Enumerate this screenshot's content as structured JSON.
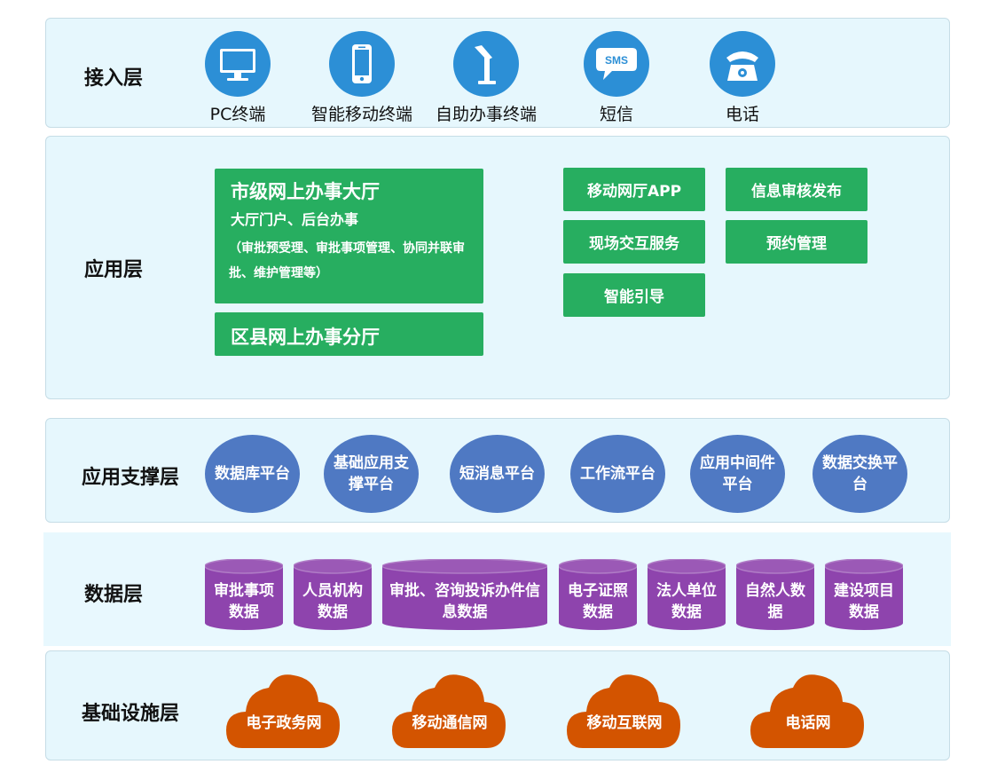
{
  "layers": {
    "access": {
      "title": "接入层",
      "items": [
        {
          "label": "PC终端",
          "icon": "monitor-icon"
        },
        {
          "label": "智能移动终端",
          "icon": "smartphone-icon"
        },
        {
          "label": "自助办事终端",
          "icon": "kiosk-icon"
        },
        {
          "label": "短信",
          "icon": "sms-bubble-icon",
          "icon_text": "SMS"
        },
        {
          "label": "电话",
          "icon": "telephone-icon"
        }
      ]
    },
    "application": {
      "title": "应用层",
      "city_hall": {
        "title": "市级网上办事大厅",
        "subtitle": "大厅门户、后台办事",
        "note": "（审批预受理、审批事项管理、协同并联审批、维护管理等）"
      },
      "district_hall": "区县网上办事分厅",
      "buttons": [
        "移动网厅APP",
        "信息审核发布",
        "现场交互服务",
        "预约管理",
        "智能引导"
      ]
    },
    "support": {
      "title": "应用支撑层",
      "items": [
        "数据库平台",
        "基础应用支撑平台",
        "短消息平台",
        "工作流平台",
        "应用中间件平台",
        "数据交换平台"
      ]
    },
    "data": {
      "title": "数据层",
      "items": [
        "审批事项数据",
        "人员机构数据",
        "审批、咨询投诉办件信息数据",
        "电子证照数据",
        "法人单位数据",
        "自然人数据",
        "建设项目数据"
      ]
    },
    "infrastructure": {
      "title": "基础设施层",
      "items": [
        "电子政务网",
        "移动通信网",
        "移动互联网",
        "电话网"
      ]
    }
  },
  "colors": {
    "access_icon": "#2c8fd6",
    "application_green": "#27ae60",
    "support_blue": "#4f79c3",
    "data_purple": "#8e44ad",
    "infrastructure_orange": "#d35400",
    "band_background": "#e6f7fd"
  }
}
